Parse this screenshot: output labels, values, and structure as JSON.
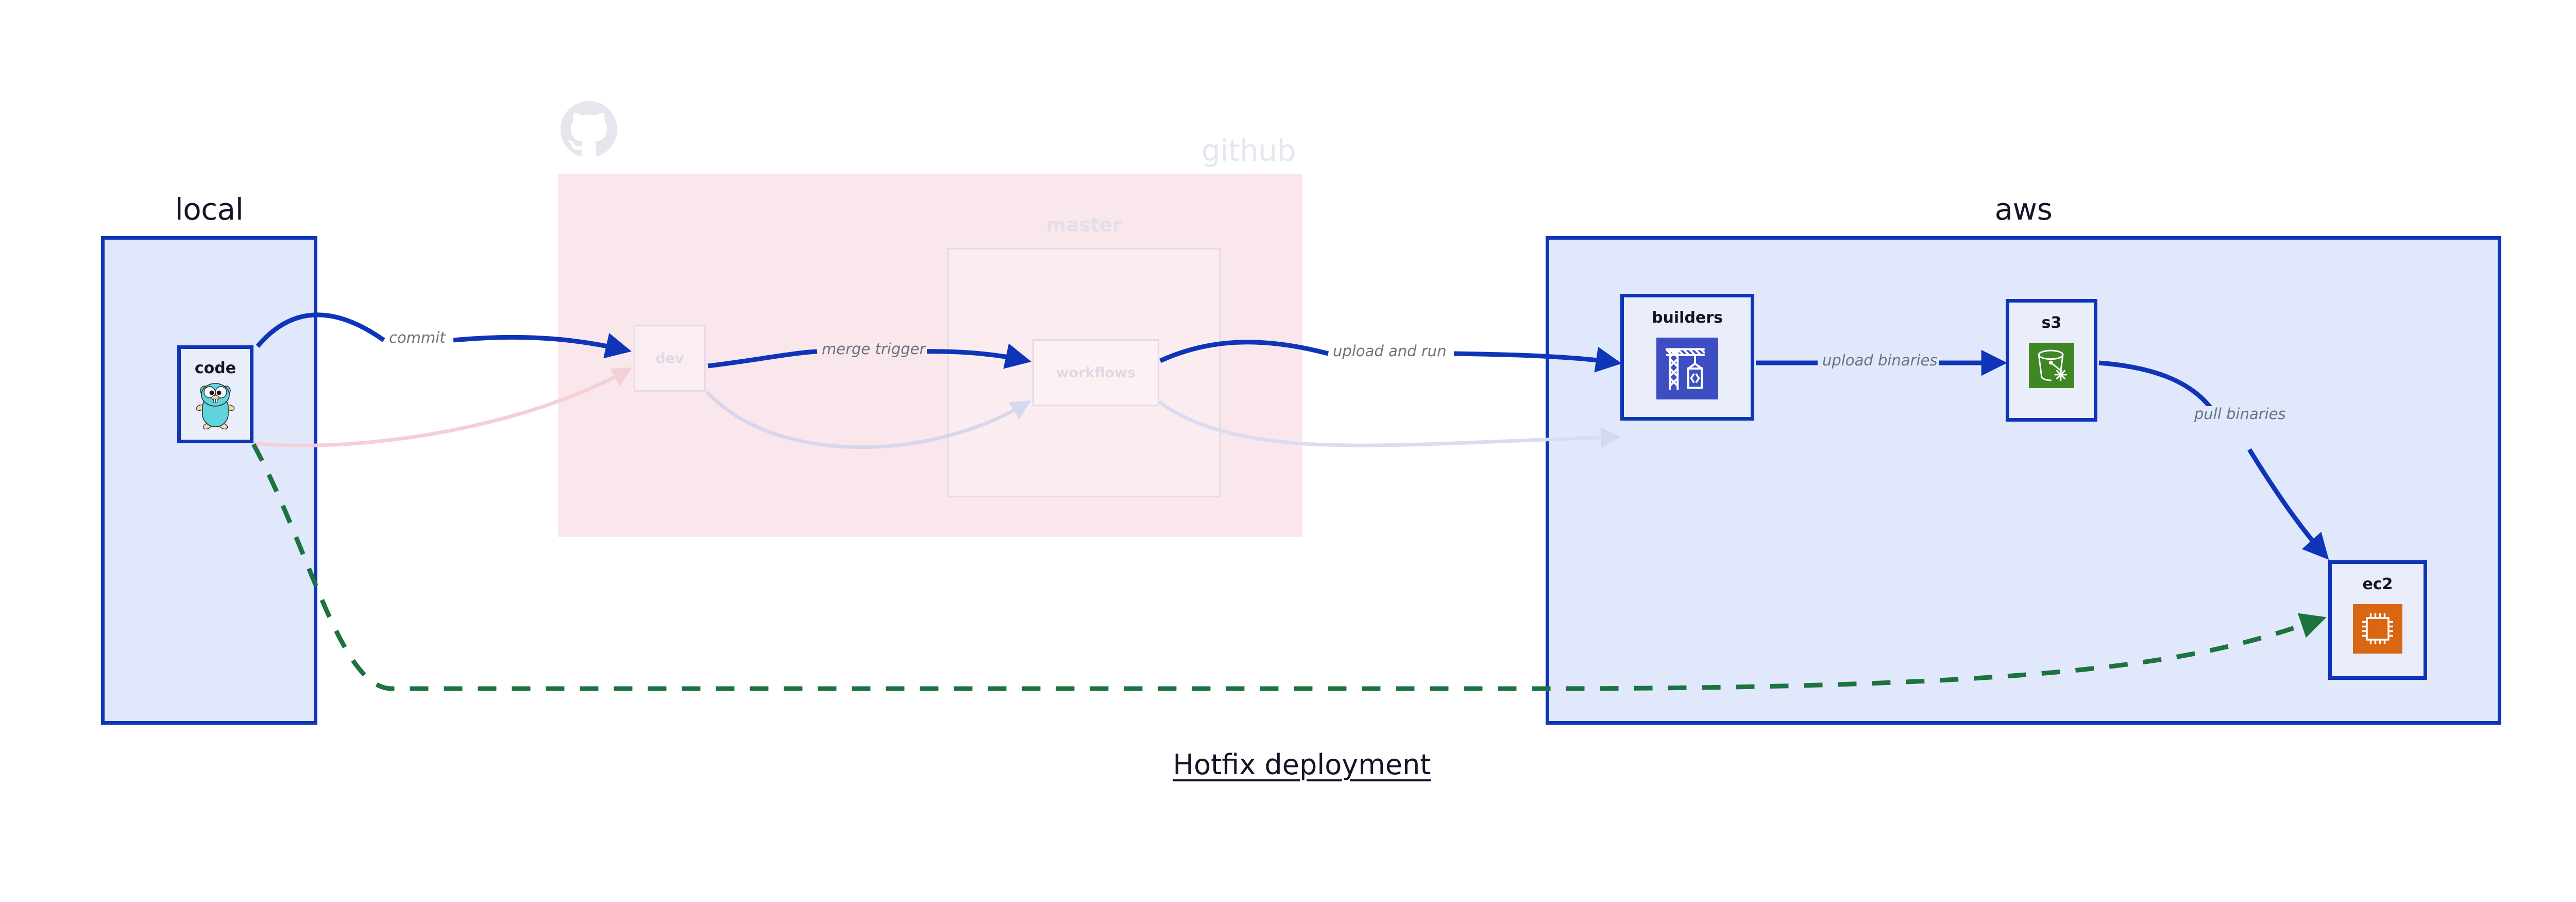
{
  "diagram": {
    "title": "Hotfix deployment",
    "colors": {
      "group_border": "#0e35b8",
      "group_fill": "#e2e8fb",
      "node_fill": "#eaeefb",
      "edge_blue": "#0e35b8",
      "edge_green": "#1b7340",
      "github_fill": "#fae7ec",
      "faded_text": "#e0e2ec",
      "label_text": "#6b7280",
      "aws_builders_icon": "#3c4ec2",
      "aws_s3_icon": "#3f8624",
      "aws_ec2_icon": "#d86613",
      "gopher_body": "#5fd4dd"
    }
  },
  "groups": [
    {
      "id": "local",
      "label": "local",
      "style": "solid"
    },
    {
      "id": "github",
      "label": "github",
      "style": "faded"
    },
    {
      "id": "aws",
      "label": "aws",
      "style": "solid"
    }
  ],
  "github": {
    "label": "github",
    "logo_icon": "github-octocat-icon",
    "subgroup": {
      "id": "master",
      "label": "master"
    },
    "nodes": [
      {
        "id": "dev",
        "label": "dev"
      },
      {
        "id": "workflows",
        "label": "workflows"
      }
    ]
  },
  "nodes": [
    {
      "id": "code",
      "label": "code",
      "group": "local",
      "icon": "go-gopher-icon"
    },
    {
      "id": "builders",
      "label": "builders",
      "group": "aws",
      "icon": "aws-codebuild-crane-icon"
    },
    {
      "id": "s3",
      "label": "s3",
      "group": "aws",
      "icon": "aws-s3-bucket-glacier-icon"
    },
    {
      "id": "ec2",
      "label": "ec2",
      "group": "aws",
      "icon": "aws-ec2-cpu-chip-icon"
    }
  ],
  "edges": [
    {
      "id": "commit",
      "label": "commit",
      "from": "code",
      "to": "dev",
      "style": "solid-blue"
    },
    {
      "id": "merge-trigger",
      "label": "merge trigger",
      "from": "dev",
      "to": "workflows",
      "style": "solid-blue"
    },
    {
      "id": "upload-and-run",
      "label": "upload and run",
      "from": "workflows",
      "to": "builders",
      "style": "solid-blue"
    },
    {
      "id": "upload-binaries",
      "label": "upload binaries",
      "from": "builders",
      "to": "s3",
      "style": "solid-blue"
    },
    {
      "id": "pull-binaries",
      "label": "pull binaries",
      "from": "s3",
      "to": "ec2",
      "style": "solid-blue"
    },
    {
      "id": "hotfix-direct",
      "label": "",
      "from": "code",
      "to": "ec2",
      "style": "dashed-green"
    }
  ]
}
